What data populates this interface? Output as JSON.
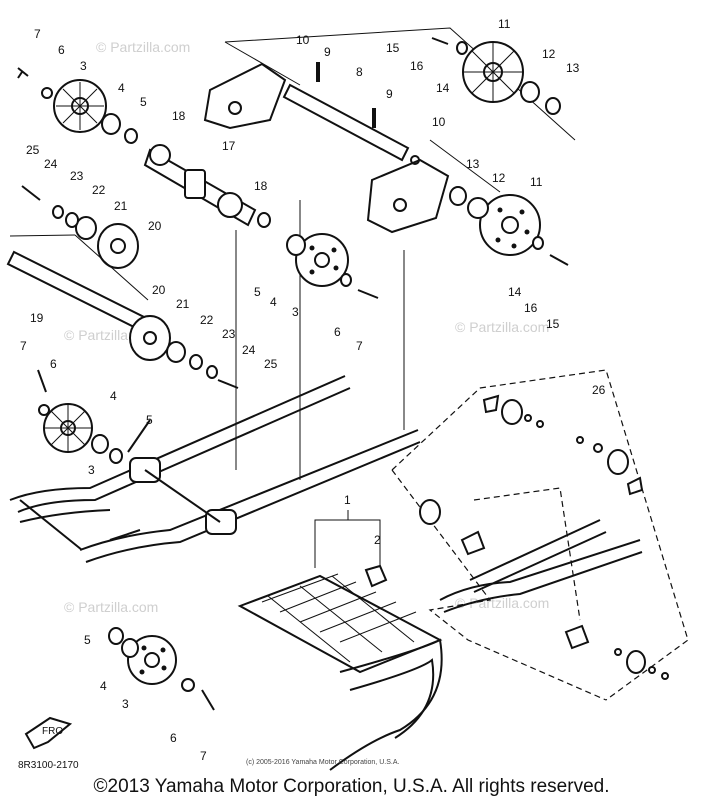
{
  "watermarks": [
    "© Partzilla.com",
    "© Partzilla.com",
    "© Partzilla.com",
    "© Partzilla.com",
    "© Partzilla.com"
  ],
  "callouts": {
    "c1": "7",
    "c2": "6",
    "c3": "3",
    "c4": "4",
    "c5": "5",
    "c6": "18",
    "c7": "10",
    "c8": "9",
    "c9": "8",
    "c10": "9",
    "c11": "15",
    "c12": "16",
    "c13": "11",
    "c14": "14",
    "c15": "12",
    "c16": "13",
    "c17": "17",
    "c18": "10",
    "c19": "25",
    "c20": "24",
    "c21": "23",
    "c22": "22",
    "c23": "21",
    "c24": "20",
    "c25": "13",
    "c26": "12",
    "c27": "11",
    "c28": "18",
    "c29": "5",
    "c30": "4",
    "c31": "3",
    "c32": "6",
    "c33": "7",
    "c34": "14",
    "c35": "16",
    "c36": "15",
    "c37": "19",
    "c38": "20",
    "c39": "21",
    "c40": "22",
    "c41": "23",
    "c42": "24",
    "c43": "25",
    "c44": "7",
    "c45": "6",
    "c46": "4",
    "c47": "5",
    "c48": "3",
    "c49": "1",
    "c50": "2",
    "c51": "5",
    "c52": "4",
    "c53": "3",
    "c54": "6",
    "c55": "7",
    "c56": "26"
  },
  "part_code": "8R3100-2170",
  "front_label": "FRO",
  "small_copyright": "(c) 2005-2016 Yamaha Motor Corporation, U.S.A.",
  "copyright": "©2013 Yamaha Motor Corporation, U.S.A. All rights reserved."
}
